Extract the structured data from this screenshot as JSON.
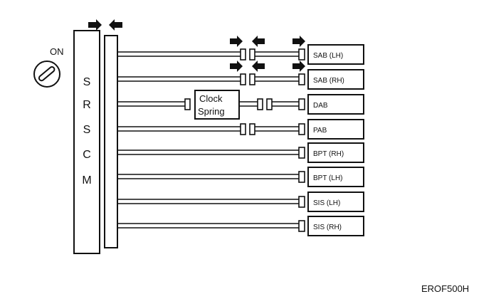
{
  "ignition": {
    "label": "ON"
  },
  "module": {
    "letters": [
      "S",
      "R",
      "S",
      "C",
      "M"
    ]
  },
  "clock_spring": {
    "line1": "Clock",
    "line2": "Spring"
  },
  "components": [
    {
      "label": "SAB (LH)"
    },
    {
      "label": "SAB (RH)"
    },
    {
      "label": "DAB"
    },
    {
      "label": "PAB"
    },
    {
      "label": "BPT (RH)"
    },
    {
      "label": "BPT (LH)"
    },
    {
      "label": "SIS (LH)"
    },
    {
      "label": "SIS (RH)"
    }
  ],
  "figure_code": "EROF500H",
  "colors": {
    "ink": "#111111",
    "background": "#ffffff"
  }
}
